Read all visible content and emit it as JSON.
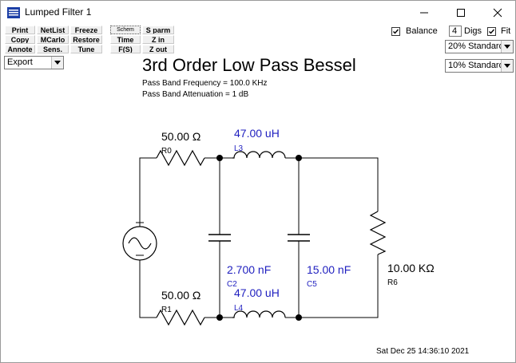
{
  "window": {
    "title": "Lumped Filter 1"
  },
  "toolbar": {
    "buttons": [
      {
        "id": "print",
        "label": "Print"
      },
      {
        "id": "netlist",
        "label": "NetList"
      },
      {
        "id": "freeze",
        "label": "Freeze"
      },
      {
        "id": "schem",
        "label": "Schem"
      },
      {
        "id": "sparm",
        "label": "S parm"
      },
      {
        "id": "copy",
        "label": "Copy"
      },
      {
        "id": "mcarlo",
        "label": "MCarlo"
      },
      {
        "id": "restore",
        "label": "Restore"
      },
      {
        "id": "time",
        "label": "Time"
      },
      {
        "id": "zin",
        "label": "Z in"
      },
      {
        "id": "annote",
        "label": "Annote"
      },
      {
        "id": "sens",
        "label": "Sens."
      },
      {
        "id": "tune",
        "label": "Tune"
      },
      {
        "id": "fs",
        "label": "F(S)"
      },
      {
        "id": "zout",
        "label": "Z out"
      }
    ],
    "export_select": "Export",
    "balance_label": "Balance",
    "balance_checked": true,
    "digs_value": "4",
    "digs_label": "Digs",
    "fit_label": "Fit",
    "fit_checked": true,
    "tolerance_1": "20% Standard",
    "tolerance_2": "10% Standard"
  },
  "schematic": {
    "title": "3rd Order Low Pass Bessel",
    "passband_frequency": "Pass Band Frequency = 100.0 KHz",
    "passband_attenuation": "Pass Band Attenuation = 1 dB",
    "components": {
      "r0": {
        "value": "50.00 Ω",
        "ref": "R0"
      },
      "r1": {
        "value": "50.00 Ω",
        "ref": "R1"
      },
      "l3": {
        "value": "47.00 uH",
        "ref": "L3"
      },
      "l4": {
        "value": "47.00 uH",
        "ref": "L4"
      },
      "c2": {
        "value": "2.700 nF",
        "ref": "C2"
      },
      "c5": {
        "value": "15.00 nF",
        "ref": "C5"
      },
      "r6": {
        "value": "10.00 KΩ",
        "ref": "R6"
      }
    },
    "colors": {
      "wire": "#000000",
      "reactive": "#1f1fbf",
      "node": "#000000"
    }
  },
  "status": {
    "timestamp": "Sat Dec 25 14:36:10 2021"
  }
}
